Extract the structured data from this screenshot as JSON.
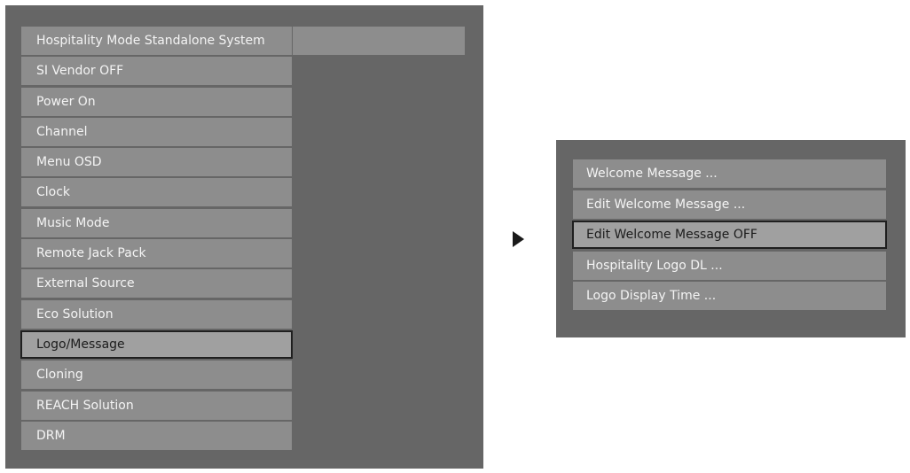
{
  "main_menu": {
    "items": [
      {
        "label": "Hospitality Mode Standalone System"
      },
      {
        "label": "SI Vendor OFF"
      },
      {
        "label": "Power On"
      },
      {
        "label": "Channel"
      },
      {
        "label": "Menu OSD"
      },
      {
        "label": "Clock"
      },
      {
        "label": "Music Mode"
      },
      {
        "label": "Remote Jack Pack"
      },
      {
        "label": "External Source"
      },
      {
        "label": "Eco Solution"
      },
      {
        "label": "Logo/Message"
      },
      {
        "label": "Cloning"
      },
      {
        "label": "REACH Solution"
      },
      {
        "label": "DRM"
      }
    ],
    "selected_index": 10
  },
  "submenu": {
    "items": [
      {
        "label": "Welcome Message ..."
      },
      {
        "label": "Edit Welcome Message ..."
      },
      {
        "label": "Edit Welcome Message OFF"
      },
      {
        "label": "Hospitality Logo DL ..."
      },
      {
        "label": "Logo Display Time ..."
      }
    ],
    "selected_index": 2
  },
  "icons": {
    "arrow": "play-arrow-icon"
  },
  "colors": {
    "panel_bg": "#666666",
    "item_bg": "#8d8d8d",
    "selected_bg": "#a0a0a0",
    "selected_border": "#1f1f1f",
    "item_text": "#f4f4f4",
    "selected_text": "#1c1c1c"
  }
}
